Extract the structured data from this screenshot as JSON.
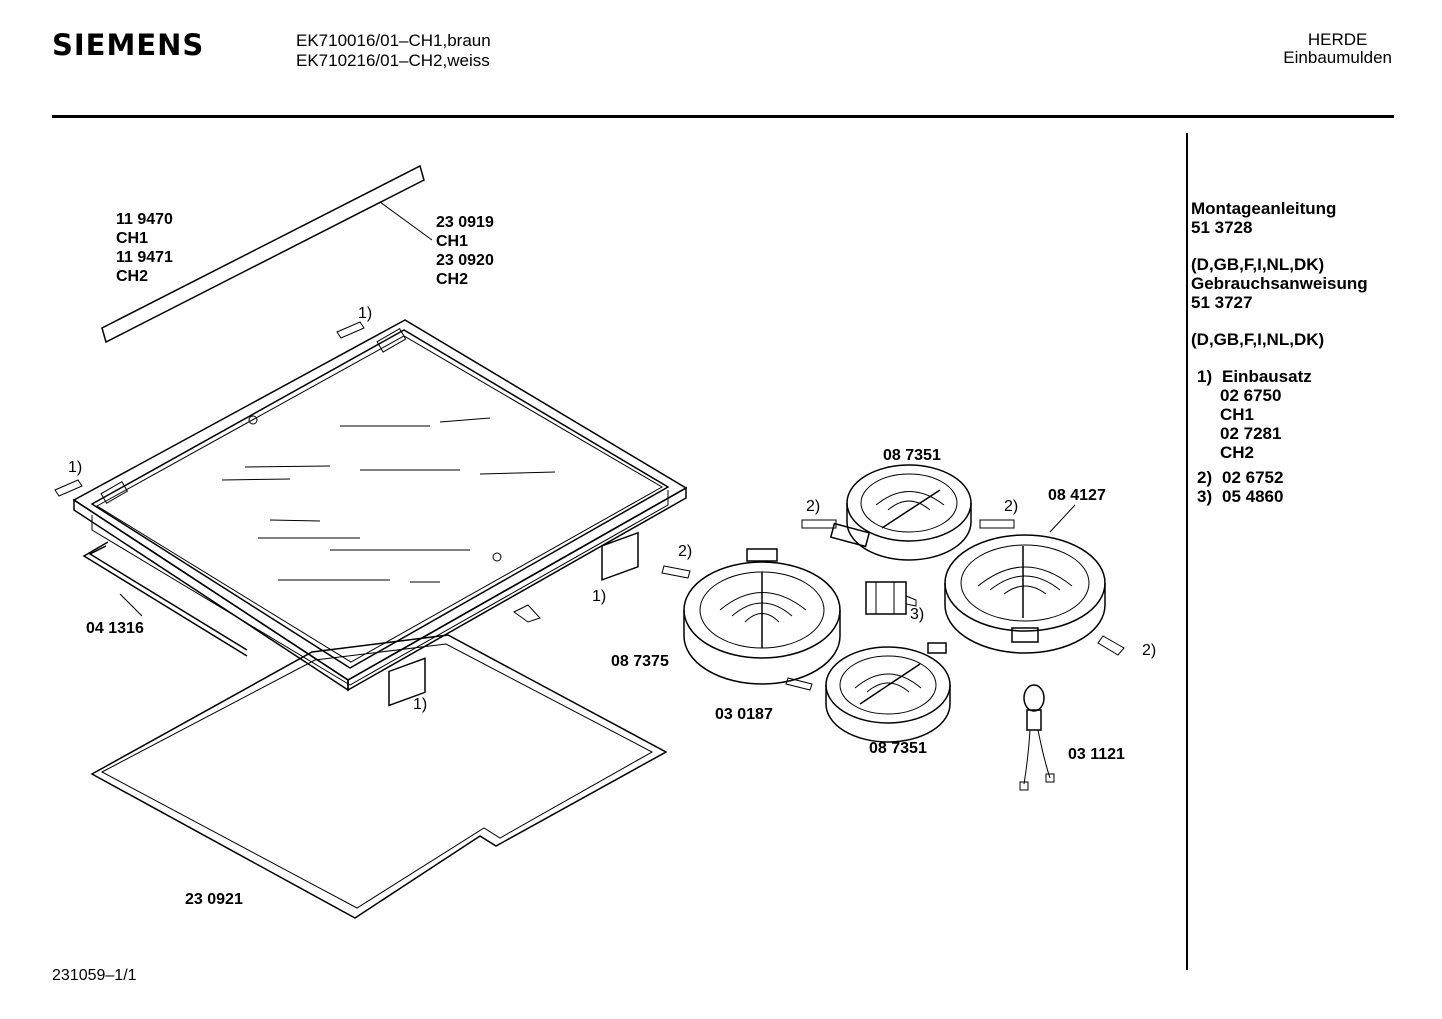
{
  "header": {
    "brand": "SIEMENS",
    "model_line_1": "EK710016/01–CH1,braun",
    "model_line_2": "EK710216/01–CH2,weiss",
    "category_1": "HERDE",
    "category_2": "Einbaumulden"
  },
  "sidebar": {
    "montage_title": "Montageanleitung",
    "montage_number": "51 3728",
    "montage_langs": "(D,GB,F,I,NL,DK)",
    "gebrauch_title": "Gebrauchsanweisung",
    "gebrauch_number": "51 3727",
    "gebrauch_langs": "(D,GB,F,I,NL,DK)",
    "notes": [
      {
        "num": "1)",
        "text": "Einbausatz"
      },
      {
        "num": "2)",
        "text": "02 6752"
      },
      {
        "num": "3)",
        "text": "05 4860"
      }
    ],
    "einbausatz_lines": [
      "02 6750",
      "CH1",
      "02 7281",
      "CH2"
    ]
  },
  "diagram": {
    "labels": {
      "p119470": "11 9470",
      "ch1_a": "CH1",
      "p119471": "11 9471",
      "ch2_a": "CH2",
      "p230919": "23 0919",
      "ch1_b": "CH1",
      "p230920": "23 0920",
      "ch2_b": "CH2",
      "note1_top": "1)",
      "note1_left": "1)",
      "note1_right": "1)",
      "note1_bottom": "1)",
      "p041316": "04 1316",
      "p230921": "23 0921",
      "note2_a": "2)",
      "note2_b": "2)",
      "note2_c": "2)",
      "note2_d": "2)",
      "note3": "3)",
      "p087351_top": "08 7351",
      "p084127": "08 4127",
      "p087375": "08 7375",
      "p030187": "03 0187",
      "p087351_bottom": "08 7351",
      "p031121": "03 1121"
    }
  },
  "footer": {
    "drawing_number": "231059–1/1"
  }
}
